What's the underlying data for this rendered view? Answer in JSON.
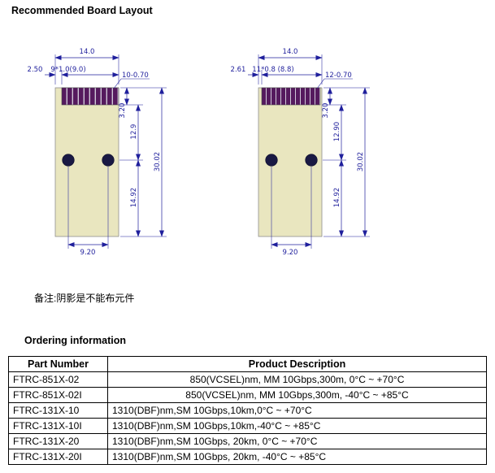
{
  "page": {
    "title": "Recommended Board Layout",
    "note": "备注:阴影是不能布元件",
    "ordering_heading": "Ordering information"
  },
  "drawing_left": {
    "width_top": "14.0",
    "edge_offset": "2.50",
    "pin_pitch": "9*1.0(9.0)",
    "pin_holes": "10-0.70",
    "dim_pin_depth": "3.20",
    "dim_pin_to_hole": "12.9",
    "dim_hole_to_bottom": "14.92",
    "dim_total_height": "30.02",
    "dim_hole_spacing": "9.20"
  },
  "drawing_right": {
    "width_top": "14.0",
    "edge_offset": "2.61",
    "pin_pitch": "11*0.8 (8.8)",
    "pin_holes": "12-0.70",
    "dim_pin_depth": "3.20",
    "dim_pin_to_hole": "12.90",
    "dim_hole_to_bottom": "14.92",
    "dim_total_height": "30.02",
    "dim_hole_spacing": "9.20"
  },
  "ordering_table": {
    "headers": [
      "Part Number",
      "Product Description"
    ],
    "rows": [
      {
        "part_number": "FTRC-851X-02",
        "description": "850(VCSEL)nm, MM 10Gbps,300m, 0°C ~ +70°C"
      },
      {
        "part_number": "FTRC-851X-02I",
        "description": "850(VCSEL)nm, MM 10Gbps,300m, -40°C ~ +85°C"
      },
      {
        "part_number": "FTRC-131X-10",
        "description": "1310(DBF)nm,SM 10Gbps,10km,0°C ~ +70°C"
      },
      {
        "part_number": "FTRC-131X-10I",
        "description": "1310(DBF)nm,SM 10Gbps,10km,-40°C ~ +85°C"
      },
      {
        "part_number": "FTRC-131X-20",
        "description": "1310(DBF)nm,SM 10Gbps, 20km, 0°C ~ +70°C"
      },
      {
        "part_number": "FTRC-131X-20I",
        "description": "1310(DBF)nm,SM 10Gbps, 20km, -40°C ~ +85°C"
      }
    ]
  },
  "colors": {
    "dimension": "#1f1f9c",
    "body_fill": "#e9e6bf",
    "pin_fill": "#551a5e",
    "pin_stripe": "#cfc8d8",
    "hole_fill": "#191943"
  }
}
